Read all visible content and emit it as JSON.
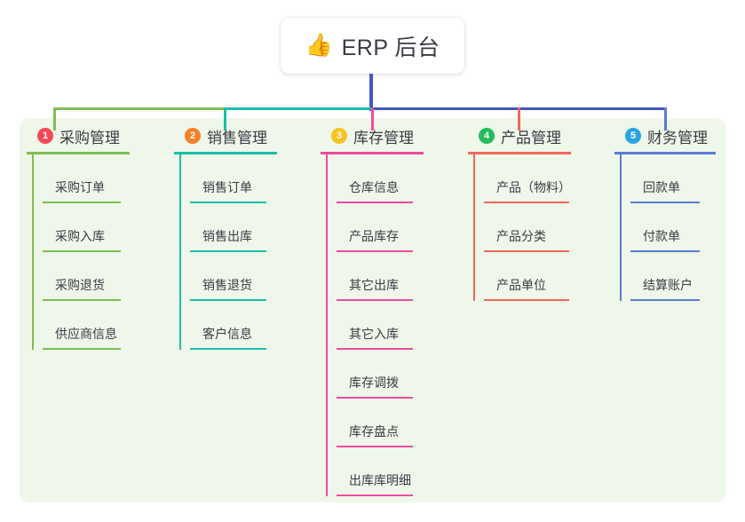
{
  "root": {
    "icon": "thumbs-up-icon",
    "emoji": "👍",
    "label": "ERP 后台"
  },
  "colors": {
    "panel_bg": "#eef7e9",
    "trunk": "#4455bd",
    "text": "#3b3b46",
    "card_bg": "#ffffff"
  },
  "branches": [
    {
      "number": "1",
      "label": "采购管理",
      "badge_color": "#f4475a",
      "line_color": "#7ebf55",
      "children": [
        {
          "label": "采购订单"
        },
        {
          "label": "采购入库"
        },
        {
          "label": "采购退货"
        },
        {
          "label": "供应商信息"
        }
      ]
    },
    {
      "number": "2",
      "label": "销售管理",
      "badge_color": "#f58026",
      "line_color": "#19bfa6",
      "children": [
        {
          "label": "销售订单"
        },
        {
          "label": "销售出库"
        },
        {
          "label": "销售退货"
        },
        {
          "label": "客户信息"
        }
      ]
    },
    {
      "number": "3",
      "label": "库存管理",
      "badge_color": "#f6c324",
      "line_color": "#ee4ba0",
      "children": [
        {
          "label": "仓库信息"
        },
        {
          "label": "产品库存"
        },
        {
          "label": "其它出库"
        },
        {
          "label": "其它入库"
        },
        {
          "label": "库存调拨"
        },
        {
          "label": "库存盘点"
        },
        {
          "label": "出库库明细"
        }
      ]
    },
    {
      "number": "4",
      "label": "产品管理",
      "badge_color": "#24bd5b",
      "line_color": "#f2665e",
      "children": [
        {
          "label": "产品（物料）"
        },
        {
          "label": "产品分类"
        },
        {
          "label": "产品单位"
        }
      ]
    },
    {
      "number": "5",
      "label": "财务管理",
      "badge_color": "#2aa4e0",
      "line_color": "#5b7bd5",
      "children": [
        {
          "label": "回款单"
        },
        {
          "label": "付款单"
        },
        {
          "label": "结算账户"
        }
      ]
    }
  ]
}
